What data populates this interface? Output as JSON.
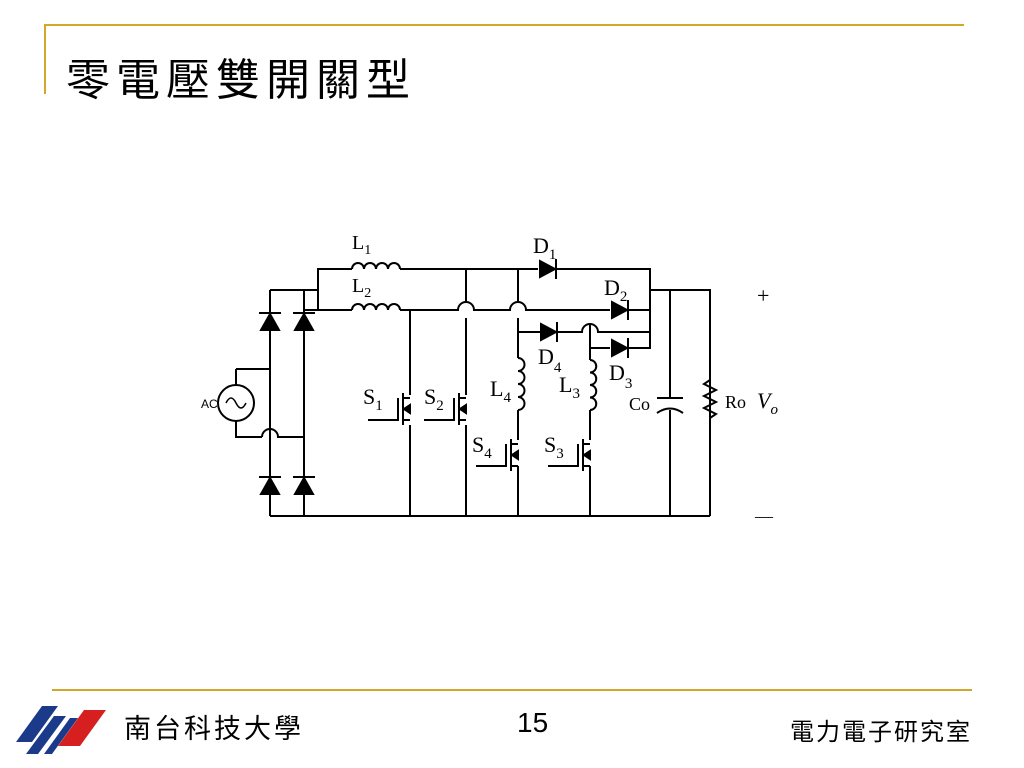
{
  "slide": {
    "title": "零電壓雙開關型",
    "school_name": "南台科技大學",
    "page_number": "15",
    "lab_name": "電力電子研究室"
  },
  "colors": {
    "accent_rule": "#d4a72c",
    "logo_blue": "#1c3a8a",
    "logo_red": "#d62020"
  },
  "circuit": {
    "source_label": "AC",
    "inductors": [
      {
        "letter": "L",
        "sub": "1"
      },
      {
        "letter": "L",
        "sub": "2"
      },
      {
        "letter": "L",
        "sub": "4"
      },
      {
        "letter": "L",
        "sub": "3"
      }
    ],
    "diodes": [
      {
        "letter": "D",
        "sub": "1"
      },
      {
        "letter": "D",
        "sub": "2"
      },
      {
        "letter": "D",
        "sub": "4"
      },
      {
        "letter": "D",
        "sub": "3"
      }
    ],
    "switches": [
      {
        "letter": "S",
        "sub": "1"
      },
      {
        "letter": "S",
        "sub": "2"
      },
      {
        "letter": "S",
        "sub": "4"
      },
      {
        "letter": "S",
        "sub": "3"
      }
    ],
    "capacitor_label": "Co",
    "resistor_label": "Ro",
    "output": {
      "letter": "V",
      "sub": "o"
    },
    "plus_sign": "+",
    "minus_sign": "—"
  }
}
